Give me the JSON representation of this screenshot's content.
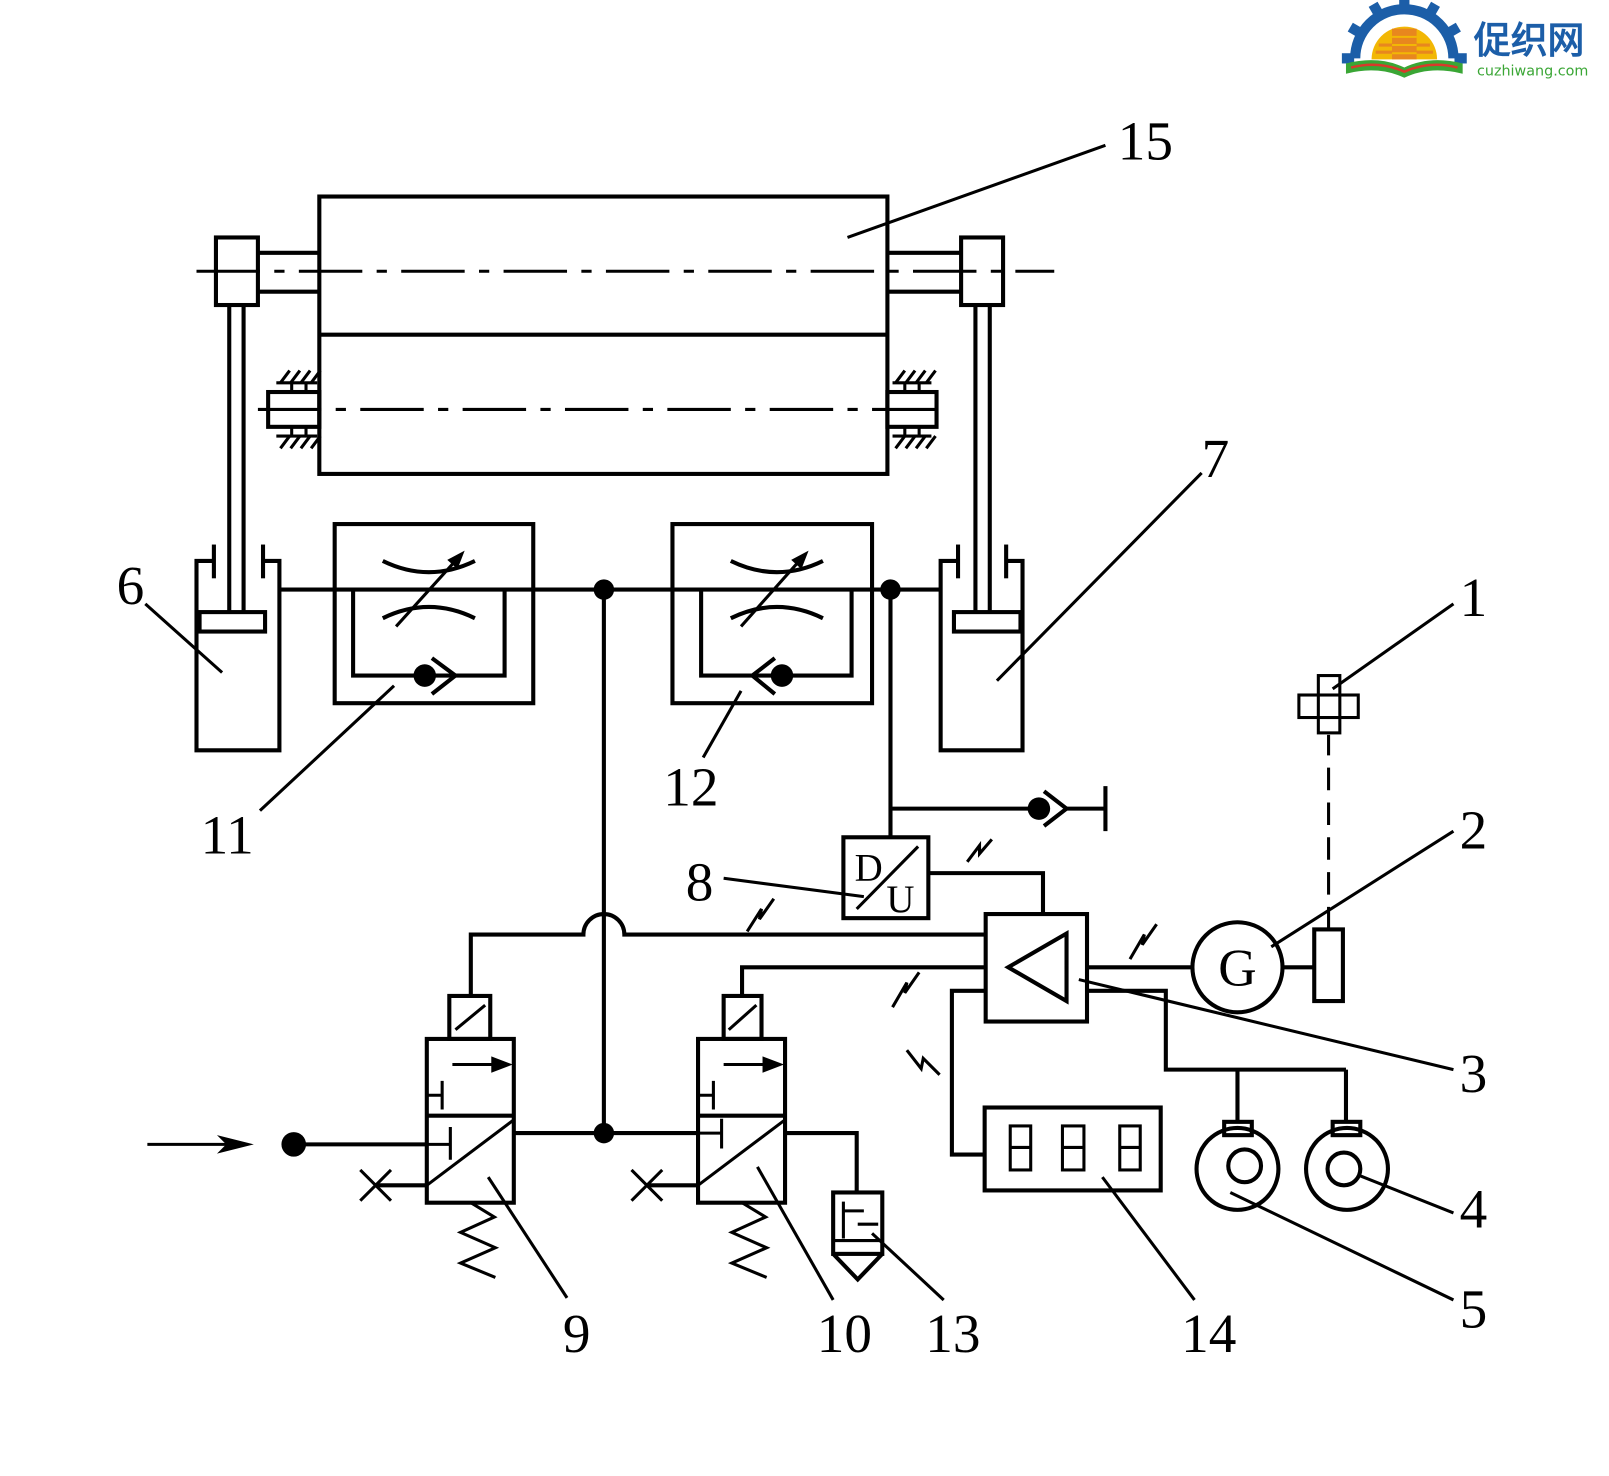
{
  "logo": {
    "name": "促织网",
    "domain": "cuzhiwang.com"
  },
  "callouts": {
    "c1": "1",
    "c2": "2",
    "c3": "3",
    "c4": "4",
    "c5": "5",
    "c6": "6",
    "c7": "7",
    "c8": "8",
    "c9": "9",
    "c10": "10",
    "c11": "11",
    "c12": "12",
    "c13": "13",
    "c14": "14",
    "c15": "15"
  },
  "converter_8": {
    "top_letter": "D",
    "bottom_letter": "U"
  },
  "generator_2": {
    "letter": "G"
  },
  "colors": {
    "line": "#000000",
    "background": "#ffffff",
    "logo_blue": "#1c5ea8",
    "logo_yellow": "#f2b705",
    "logo_orange": "#e8871e",
    "logo_green": "#3aa635",
    "logo_red": "#d83a2a"
  }
}
